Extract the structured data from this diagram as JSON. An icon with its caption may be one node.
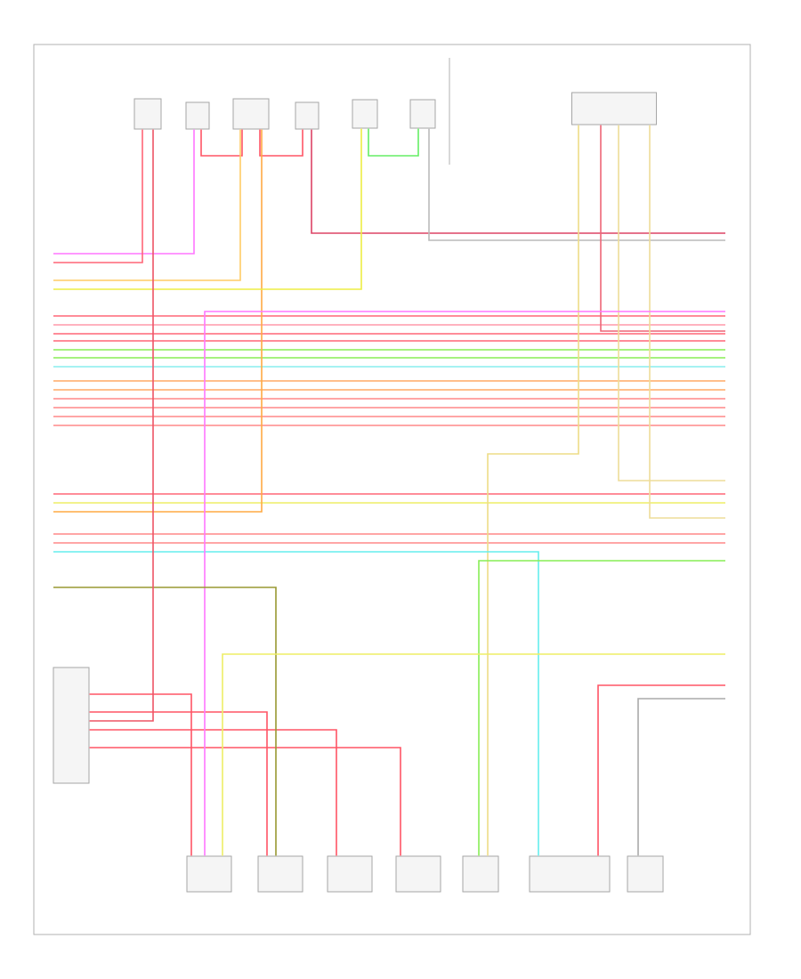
{
  "diagram": {
    "nodes": [
      {
        "text": [],
        "shape": "box"
      },
      {
        "text": [],
        "shape": "box"
      },
      {
        "text": [],
        "shape": "box"
      },
      {
        "text": [],
        "shape": "box"
      },
      {
        "text": [],
        "shape": "box"
      },
      {
        "text": [],
        "shape": "box"
      },
      {
        "text": [],
        "shape": "box"
      },
      {
        "text": [],
        "shape": "box"
      },
      {
        "text": [],
        "shape": "box"
      },
      {
        "text": [],
        "shape": "box"
      },
      {
        "text": [],
        "shape": "box"
      },
      {
        "text": [],
        "shape": "box"
      },
      {
        "text": [],
        "shape": "box"
      },
      {
        "text": [],
        "shape": "box"
      },
      {
        "text": [],
        "shape": "box"
      }
    ],
    "edges": [
      {
        "from": 1,
        "to": null,
        "arrow": "none",
        "color": "#ff77ff"
      },
      {
        "from": 1,
        "to": 2,
        "arrow": "none",
        "color": "#ff5566"
      },
      {
        "from": 2,
        "to": 3,
        "arrow": "none",
        "color": "#ff5566"
      },
      {
        "from": 2,
        "to": null,
        "arrow": "none",
        "color": "#ffaa44"
      },
      {
        "from": 3,
        "to": null,
        "arrow": "none",
        "color": "#dd4466"
      },
      {
        "from": 2,
        "to": null,
        "arrow": "none",
        "color": "#ffcc66"
      },
      {
        "from": 4,
        "to": 5,
        "arrow": "none",
        "color": "#66ee66"
      },
      {
        "from": 4,
        "to": null,
        "arrow": "none",
        "color": "#eeee44"
      },
      {
        "from": 5,
        "to": null,
        "arrow": "none",
        "color": "#bbbbbb"
      },
      {
        "from": 6,
        "to": 12,
        "arrow": "none",
        "color": "#eedd88"
      },
      {
        "from": 6,
        "to": null,
        "arrow": "none",
        "color": "#ee6677"
      },
      {
        "from": 6,
        "to": null,
        "arrow": "none",
        "color": "#eedd99"
      },
      {
        "from": 6,
        "to": null,
        "arrow": "none",
        "color": "#eedd99"
      },
      {
        "from": 7,
        "to": 8,
        "arrow": "none",
        "color": "#ff5566"
      },
      {
        "from": 7,
        "to": 9,
        "arrow": "none",
        "color": "#ff5566"
      },
      {
        "from": 7,
        "to": 10,
        "arrow": "none",
        "color": "#ff5566"
      },
      {
        "from": 7,
        "to": 11,
        "arrow": "none",
        "color": "#ff5566"
      },
      {
        "from": null,
        "to": 13,
        "arrow": "none",
        "color": "#66eeee"
      },
      {
        "from": null,
        "to": 8,
        "arrow": "none",
        "color": "#ff77ff"
      },
      {
        "from": null,
        "to": 9,
        "arrow": "none",
        "color": "#999933"
      },
      {
        "from": null,
        "to": 12,
        "arrow": "none",
        "color": "#88ee55"
      },
      {
        "from": null,
        "to": 14,
        "arrow": "none",
        "color": "#aaaaaa"
      },
      {
        "from": null,
        "to": 8,
        "arrow": "none",
        "color": "#eeee66"
      },
      {
        "from": 0,
        "to": 7,
        "arrow": "none",
        "color": "#ee5566"
      },
      {
        "from": null,
        "to": 13,
        "arrow": "none",
        "color": "#ff5566"
      },
      {
        "from": 0,
        "to": null,
        "arrow": "none",
        "color": "#ff6677"
      }
    ]
  }
}
